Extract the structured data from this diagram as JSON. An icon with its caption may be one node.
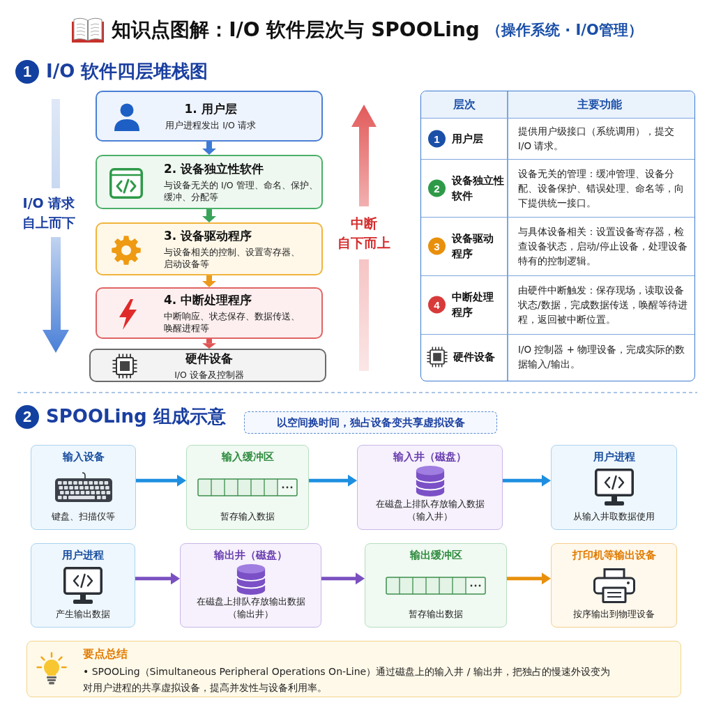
{
  "diagram": {
    "title": "知识点图解：I/O 软件层次与 SPOOLing",
    "nodes": [
      {
        "text": [
          "1. 用户层",
          "用户进程发出 I/O 请求"
        ]
      },
      {
        "text": [
          "2. 设备独立性软件",
          "与设备无关的 I/O 管理、命名、保护、缓冲、分配等"
        ]
      },
      {
        "text": [
          "3. 设备驱动程序",
          "与设备相关的控制、设置寄存器、启动设备等"
        ]
      },
      {
        "text": [
          "4. 中断处理程序",
          "中断响应、状态保存、数据传送、唤醒进程等"
        ]
      },
      {
        "text": [
          "硬件设备",
          "I/O 设备及控制器"
        ]
      },
      {
        "text": [
          "以空间换时间，独占设备变共享虚拟设备"
        ]
      },
      {
        "text": [
          "输入设备",
          "键盘、扫描仪等"
        ]
      },
      {
        "text": [
          "输入缓冲区",
          "暂存输入数据"
        ]
      },
      {
        "text": [
          "输入井（磁盘）",
          "在磁盘上排队存放输入数据（输入井）"
        ]
      },
      {
        "text": [
          "用户进程",
          "从输入井取数据使用"
        ]
      },
      {
        "text": [
          "用户进程",
          "产生输出数据"
        ]
      },
      {
        "text": [
          "输出井（磁盘）",
          "在磁盘上排队存放输出数据（输出井）"
        ]
      },
      {
        "text": [
          "输出缓冲区",
          "暂存输出数据"
        ]
      },
      {
        "text": [
          "打印机等输出设备",
          "按序输出到物理设备"
        ]
      },
      {
        "text": [
          "要点总结",
          "• SPOOLing（Simultaneous Peripheral Operations On-Line）通过磁盘上的输入井 / 输出井，把独占的慢速外设变为对用户进程的共享虚拟设备，提高并发性与设备利用率。"
        ]
      }
    ],
    "edges": [
      {
        "from": 0,
        "to": 1,
        "arrow": "to",
        "color": "#3d7ad6"
      },
      {
        "from": 1,
        "to": 2,
        "arrow": "to",
        "color": "#3aa35a"
      },
      {
        "from": 2,
        "to": 3,
        "arrow": "to",
        "color": "#eb9a1c"
      },
      {
        "from": 3,
        "to": 4,
        "arrow": "to",
        "color": "#e05555"
      },
      {
        "from": 6,
        "to": 7,
        "arrow": "to",
        "color": "#1e8fe0"
      },
      {
        "from": 7,
        "to": 8,
        "arrow": "to",
        "color": "#1e8fe0"
      },
      {
        "from": 8,
        "to": 9,
        "arrow": "to",
        "color": "#1e8fe0"
      },
      {
        "from": 10,
        "to": 11,
        "arrow": "to",
        "color": "#7a50c0"
      },
      {
        "from": 11,
        "to": 12,
        "arrow": "to",
        "color": "#7a50c0"
      },
      {
        "from": 12,
        "to": 13,
        "arrow": "to",
        "color": "#e8900c"
      }
    ],
    "labels": [
      "（操作系统 · I/O管理）",
      "1",
      "I/O 软件四层堆栈图",
      "I/O 请求",
      "自上而下",
      "中断",
      "自下而上",
      "层次",
      "主要功能",
      "1",
      "用户层",
      "提供用户级接口（系统调用），提交 I/O 请求。",
      "2",
      "设备独立性软件",
      "设备无关的管理：缓冲管理、设备分配、设备保护、错误处理、命名等，向下提供统一接口。",
      "3",
      "设备驱动程序",
      "与具体设备相关：设置设备寄存器，检查设备状态，启动/停止设备，处理设备特有的控制逻辑。",
      "4",
      "中断处理程序",
      "由硬件中断触发：保存现场，读取设备状态/数据，完成数据传送，唤醒等待进程，返回被中断位置。",
      "硬件设备",
      "I/O 控制器 + 物理设备，完成实际的数据输入/输出。",
      "2",
      "SPOOLing 组成示意"
    ]
  }
}
